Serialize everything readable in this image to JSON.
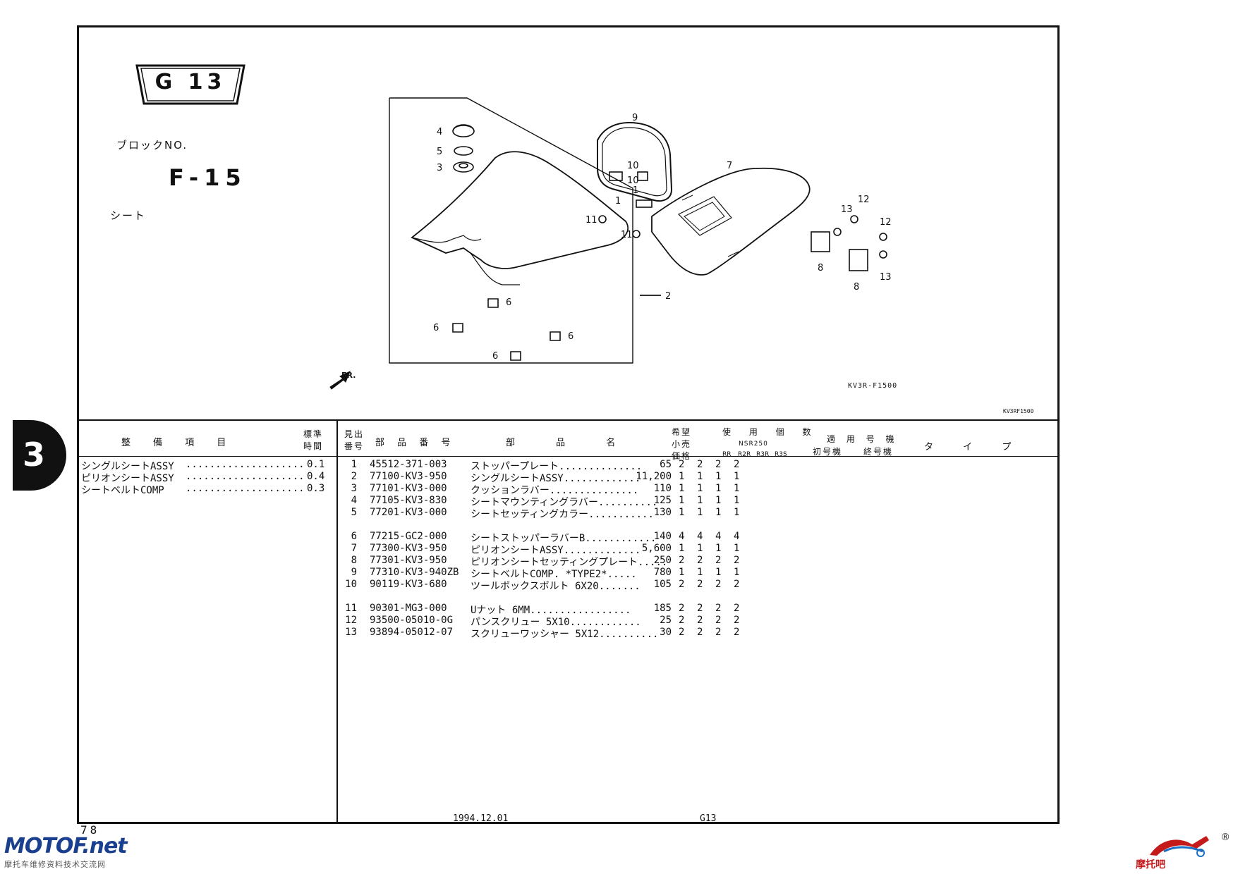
{
  "header": {
    "group_code": "G 13",
    "block_label": "ブロックNO.",
    "block_no": "F-15",
    "section_name": "シート"
  },
  "diagram": {
    "callouts": [
      "1",
      "1",
      "2",
      "3",
      "4",
      "5",
      "6",
      "6",
      "6",
      "6",
      "7",
      "8",
      "8",
      "9",
      "10",
      "10",
      "11",
      "11",
      "12",
      "12",
      "13",
      "13"
    ],
    "front_marker": "FR.",
    "figure_code": "KV3R-F1500",
    "figure_code_small": "KV3RF1500"
  },
  "table_headers": {
    "maintenance_item": "整 備 項 目",
    "standard_time": [
      "標準",
      "時間"
    ],
    "ref_no": [
      "見出",
      "番号"
    ],
    "part_number": "部 品 番 号",
    "part_name": "部 品 名",
    "retail_price": [
      "希望",
      "小売",
      "価格"
    ],
    "usage_qty": "使 用 個 数",
    "model": "NSR250",
    "variants": [
      "RR",
      "R2R",
      "R3R",
      "R3S"
    ],
    "applicable_model": "適 用 号 機",
    "first_no": "初号機",
    "last_no": "終号機",
    "type": "タ イ プ"
  },
  "labor_items": [
    {
      "name": "シングルシートASSY",
      "dots": "....................",
      "time": "0.1"
    },
    {
      "name": "ピリオンシートASSY",
      "dots": "....................",
      "time": "0.4"
    },
    {
      "name": "シートベルトCOMP",
      "dots": "....................",
      "time": "0.3"
    }
  ],
  "parts": [
    {
      "ref": "1",
      "number": "45512-371-003",
      "name": "ストッパープレート..............",
      "price": "65",
      "qty": [
        "2",
        "2",
        "2",
        "2"
      ]
    },
    {
      "ref": "2",
      "number": "77100-KV3-950",
      "name": "シングルシートASSY.............",
      "price": "11,200",
      "qty": [
        "1",
        "1",
        "1",
        "1"
      ]
    },
    {
      "ref": "3",
      "number": "77101-KV3-000",
      "name": "クッションラバー...............",
      "price": "110",
      "qty": [
        "1",
        "1",
        "1",
        "1"
      ]
    },
    {
      "ref": "4",
      "number": "77105-KV3-830",
      "name": "シートマウンティングラバー..........",
      "price": "125",
      "qty": [
        "1",
        "1",
        "1",
        "1"
      ]
    },
    {
      "ref": "5",
      "number": "77201-KV3-000",
      "name": "シートセッティングカラー...........",
      "price": "130",
      "qty": [
        "1",
        "1",
        "1",
        "1"
      ]
    },
    {
      "ref": "6",
      "number": "77215-GC2-000",
      "name": "シートストッパーラバーB............",
      "price": "140",
      "qty": [
        "4",
        "4",
        "4",
        "4"
      ]
    },
    {
      "ref": "7",
      "number": "77300-KV3-950",
      "name": "ピリオンシートASSY.............",
      "price": "5,600",
      "qty": [
        "1",
        "1",
        "1",
        "1"
      ]
    },
    {
      "ref": "8",
      "number": "77301-KV3-950",
      "name": "ピリオンシートセッティングプレート.....",
      "price": "250",
      "qty": [
        "2",
        "2",
        "2",
        "2"
      ]
    },
    {
      "ref": "9",
      "number": "77310-KV3-940ZB",
      "name": "シートベルトCOMP. *TYPE2*.....",
      "price": "780",
      "qty": [
        "1",
        "1",
        "1",
        "1"
      ]
    },
    {
      "ref": "10",
      "number": "90119-KV3-680",
      "name": "ツールボックスボルト 6X20.......",
      "price": "105",
      "qty": [
        "2",
        "2",
        "2",
        "2"
      ]
    },
    {
      "ref": "11",
      "number": "90301-MG3-000",
      "name": "Uナット 6MM.................",
      "price": "185",
      "qty": [
        "2",
        "2",
        "2",
        "2"
      ]
    },
    {
      "ref": "12",
      "number": "93500-05010-0G",
      "name": "パンスクリュー 5X10............",
      "price": "25",
      "qty": [
        "2",
        "2",
        "2",
        "2"
      ]
    },
    {
      "ref": "13",
      "number": "93894-05012-07",
      "name": "スクリューワッシャー 5X12..........",
      "price": "30",
      "qty": [
        "2",
        "2",
        "2",
        "2"
      ]
    }
  ],
  "footer": {
    "date": "1994.12.01",
    "page_code": "G13",
    "page_number": "78"
  },
  "section_tab": "3",
  "watermarks": {
    "left": "MOTOF.net",
    "left_sub": "摩托车维修资料技术交流网",
    "right": "摩托吧",
    "right_reg": "®"
  }
}
